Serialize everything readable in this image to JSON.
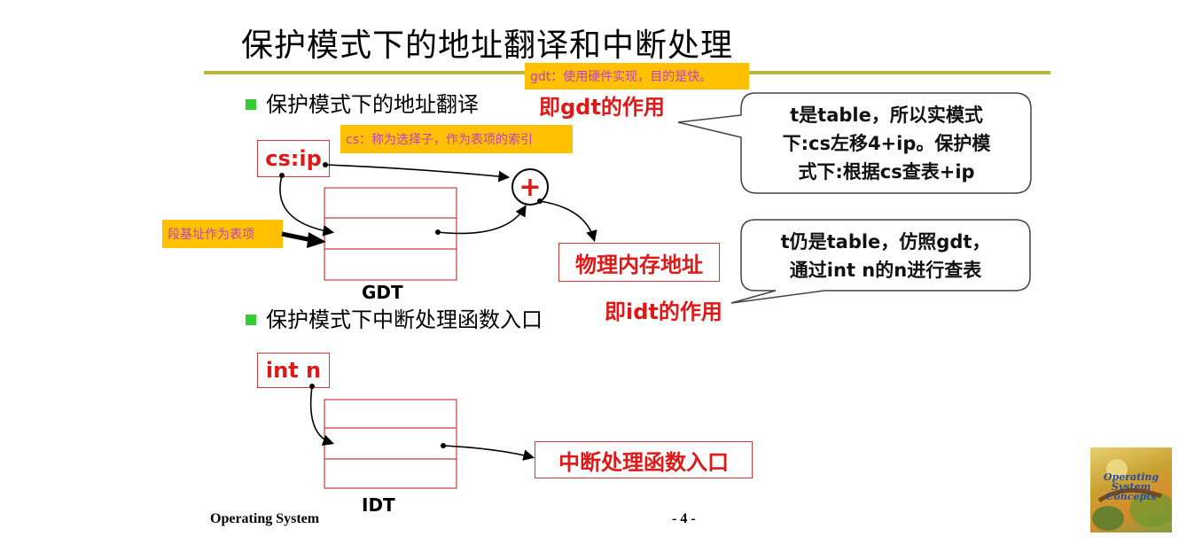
{
  "slide": {
    "title": "保护模式下的地址翻译和中断处理",
    "section1": "保护模式下的地址翻译",
    "section2": "保护模式下中断处理函数入口"
  },
  "gdt_diagram": {
    "selector": "cs:ip",
    "selector_note": "cs：称为选择子，作为表项的索引",
    "base_note": "段基址作为表项",
    "plus_symbol": "+",
    "result": "物理内存地址",
    "table_label": "GDT",
    "gdt_note": "gdt：使用硬件实现，目的是快。",
    "role_label": "即gdt的作用",
    "callout": [
      "t是table，所以实模式",
      "下:cs左移4+ip。保护模",
      "式下:根据cs查表+ip"
    ]
  },
  "idt_diagram": {
    "selector": "int n",
    "table_label": "IDT",
    "result": "中断处理函数入口",
    "role_label": "即idt的作用",
    "callout": [
      "t仍是table，仿照gdt，",
      "通过int n的n进行查表"
    ]
  },
  "footer": {
    "left": "Operating System",
    "right": "- 4 -"
  },
  "book_cover": {
    "title_lines": [
      "Operating",
      "System",
      "Concepts"
    ]
  },
  "colors": {
    "accent_rule": "#b8b83a",
    "bullet": "#33cc33",
    "red": "#e01818",
    "note_bg": "#ffc000",
    "note_text": "#c040c0"
  }
}
